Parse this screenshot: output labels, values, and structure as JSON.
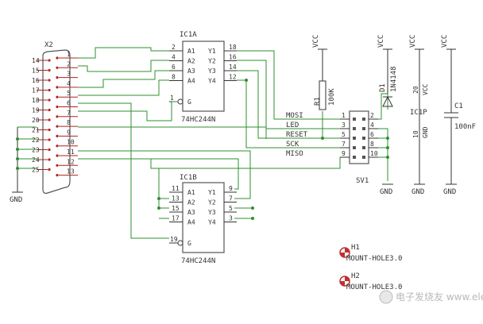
{
  "connector": {
    "ref": "X2",
    "left_pins": [
      "14",
      "15",
      "16",
      "17",
      "18",
      "19",
      "20",
      "21",
      "22",
      "23",
      "24",
      "25"
    ],
    "right_pins": [
      "1",
      "2",
      "3",
      "4",
      "5",
      "6",
      "7",
      "8",
      "9",
      "10",
      "11",
      "12",
      "13"
    ],
    "gnd": "GND"
  },
  "ic1a": {
    "ref": "IC1A",
    "part": "74HC244N",
    "in_pins": [
      "2",
      "4",
      "6",
      "8"
    ],
    "in_names": [
      "A1",
      "A2",
      "A3",
      "A4"
    ],
    "out_pins": [
      "18",
      "16",
      "14",
      "12"
    ],
    "out_names": [
      "Y1",
      "Y2",
      "Y3",
      "Y4"
    ],
    "en_pin": "1",
    "en_name": "G"
  },
  "ic1b": {
    "ref": "IC1B",
    "part": "74HC244N",
    "in_pins": [
      "11",
      "13",
      "15",
      "17"
    ],
    "in_names": [
      "A1",
      "A2",
      "A3",
      "A4"
    ],
    "out_pins": [
      "9",
      "7",
      "5",
      "3"
    ],
    "out_names": [
      "Y1",
      "Y2",
      "Y3",
      "Y4"
    ],
    "en_pin": "19",
    "en_name": "G"
  },
  "nets": [
    "MOSI",
    "LED",
    "RESET",
    "SCK",
    "MISO"
  ],
  "sv1": {
    "ref": "SV1",
    "left_pins": [
      "1",
      "3",
      "5",
      "7",
      "9"
    ],
    "right_pins": [
      "2",
      "4",
      "6",
      "8",
      "10"
    ],
    "gnd": "GND"
  },
  "r1": {
    "ref": "R1",
    "value": "100K"
  },
  "d1": {
    "ref": "D1",
    "value": "1N4148"
  },
  "power": {
    "vcc": "VCC",
    "gnd": "GND"
  },
  "ic1p": {
    "ref": "IC1P",
    "pin_vcc": "20",
    "vcc": "VCC",
    "pin_gnd": "10",
    "gnd": "GND"
  },
  "c1": {
    "ref": "C1",
    "value": "100nF"
  },
  "holes": [
    {
      "ref": "H1",
      "value": "MOUNT-HOLE3.0"
    },
    {
      "ref": "H2",
      "value": "MOUNT-HOLE3.0"
    }
  ],
  "watermark": "电子发烧友 www.elecfans.com"
}
